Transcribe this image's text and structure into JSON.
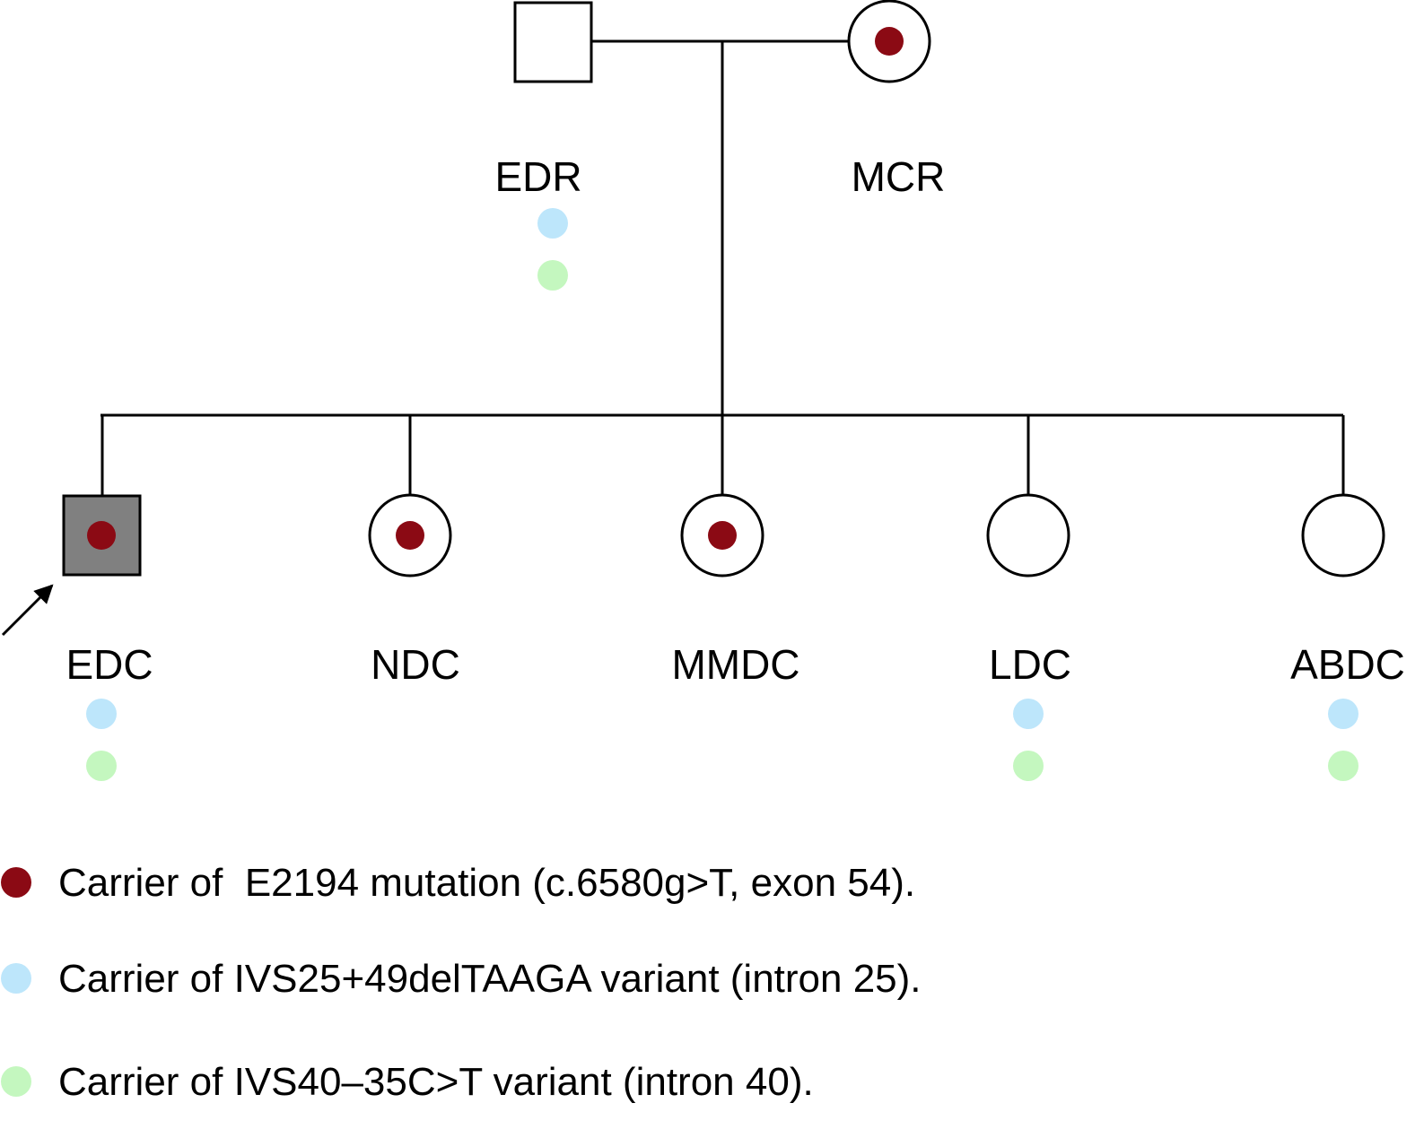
{
  "colors": {
    "mutation": "#8b0a14",
    "variant_intron25": "#bde6fb",
    "variant_intron40": "#c4f7bf",
    "affected_fill": "#808080",
    "line": "#000000"
  },
  "parents": {
    "father": {
      "label": "EDR",
      "sex": "male",
      "affected": false,
      "mutation": false,
      "variant_intron25": true,
      "variant_intron40": true
    },
    "mother": {
      "label": "MCR",
      "sex": "female",
      "affected": false,
      "mutation": true,
      "variant_intron25": false,
      "variant_intron40": false
    }
  },
  "children": [
    {
      "label": "EDC",
      "sex": "male",
      "affected": true,
      "proband": true,
      "mutation": true,
      "variant_intron25": true,
      "variant_intron40": true
    },
    {
      "label": "NDC",
      "sex": "female",
      "affected": false,
      "proband": false,
      "mutation": true,
      "variant_intron25": false,
      "variant_intron40": false
    },
    {
      "label": "MMDC",
      "sex": "female",
      "affected": false,
      "proband": false,
      "mutation": true,
      "variant_intron25": false,
      "variant_intron40": false
    },
    {
      "label": "LDC",
      "sex": "female",
      "affected": false,
      "proband": false,
      "mutation": false,
      "variant_intron25": true,
      "variant_intron40": true
    },
    {
      "label": "ABDC",
      "sex": "female",
      "affected": false,
      "proband": false,
      "mutation": false,
      "variant_intron25": true,
      "variant_intron40": true
    }
  ],
  "legend": [
    {
      "key": "mutation",
      "text": "Carrier of  E2194 mutation (c.6580g>T, exon 54)."
    },
    {
      "key": "variant_intron25",
      "text": "Carrier of IVS25+49delTAAGA variant (intron 25)."
    },
    {
      "key": "variant_intron40",
      "text": "Carrier of IVS40–35C>T variant (intron 40)."
    }
  ]
}
